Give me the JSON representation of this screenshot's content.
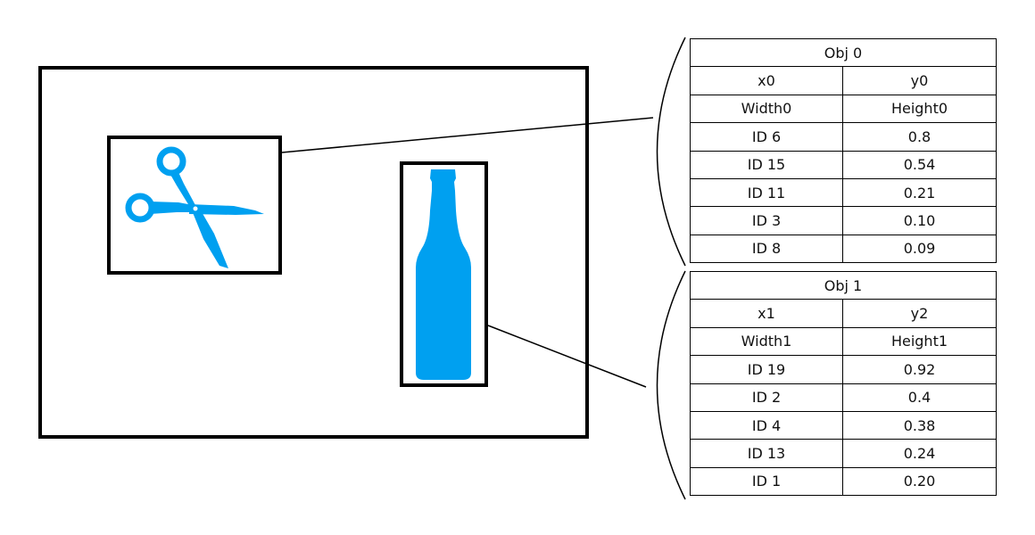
{
  "objects": [
    {
      "icon": "scissors-icon",
      "title": "Obj 0",
      "coords": [
        "x0",
        "y0"
      ],
      "size": [
        "Width0",
        "Height0"
      ],
      "predictions": [
        {
          "id": "ID 6",
          "score": "0.8"
        },
        {
          "id": "ID 15",
          "score": "0.54"
        },
        {
          "id": "ID 11",
          "score": "0.21"
        },
        {
          "id": "ID 3",
          "score": "0.10"
        },
        {
          "id": "ID 8",
          "score": "0.09"
        }
      ]
    },
    {
      "icon": "bottle-icon",
      "title": "Obj 1",
      "coords": [
        "x1",
        "y2"
      ],
      "size": [
        "Width1",
        "Height1"
      ],
      "predictions": [
        {
          "id": "ID 19",
          "score": "0.92"
        },
        {
          "id": "ID 2",
          "score": "0.4"
        },
        {
          "id": "ID 4",
          "score": "0.38"
        },
        {
          "id": "ID 13",
          "score": "0.24"
        },
        {
          "id": "ID 1",
          "score": "0.20"
        }
      ]
    }
  ],
  "colors": {
    "icon_fill": "#00a0f0",
    "stroke": "#000000"
  }
}
